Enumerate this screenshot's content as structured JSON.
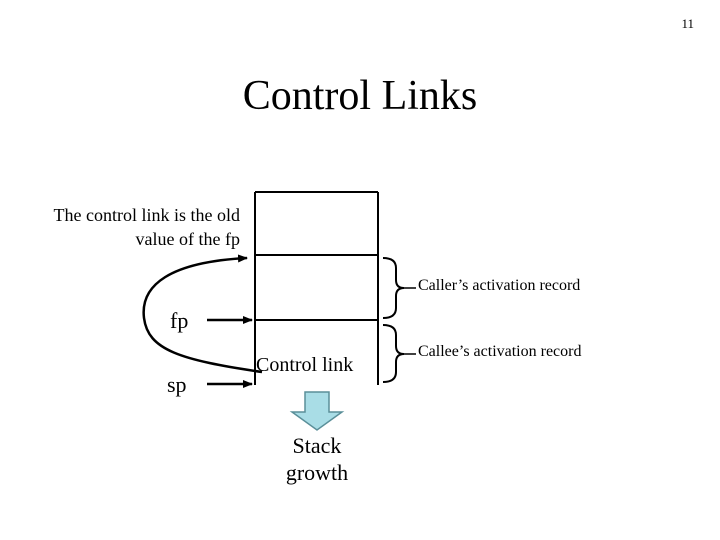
{
  "page_number": "11",
  "title": "Control Links",
  "note": {
    "line1": "The control link is the old",
    "line2": "value of the fp"
  },
  "registers": {
    "fp": "fp",
    "sp": "sp"
  },
  "stack": {
    "control_link_label": "Control link",
    "growth_line1": "Stack",
    "growth_line2": "growth"
  },
  "records": {
    "caller": "Caller’s activation record",
    "callee": "Callee’s activation record"
  },
  "colors": {
    "arrow_fill": "#a9dde6",
    "arrow_stroke": "#5a8f99",
    "line": "#000000"
  }
}
